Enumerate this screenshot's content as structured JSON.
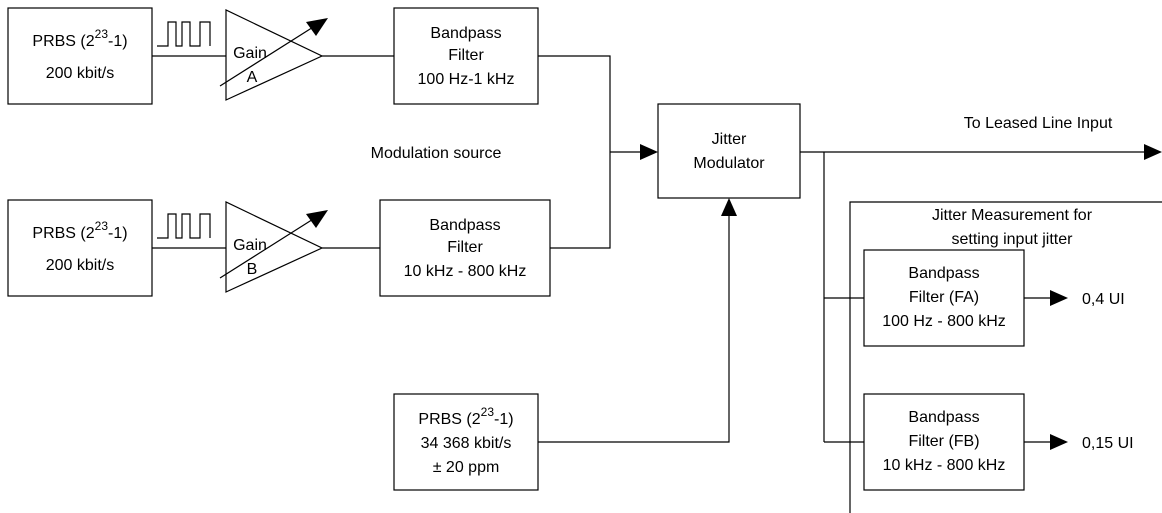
{
  "blocks": {
    "prbs_a": {
      "line1_pre": "PRBS (2",
      "line1_sup": "23",
      "line1_post": "-1)",
      "line2": "200 kbit/s"
    },
    "gain_a": {
      "label": "Gain",
      "letter": "A"
    },
    "bpf_a": {
      "line1": "Bandpass",
      "line2": "Filter",
      "line3": "100 Hz-1 kHz"
    },
    "prbs_b": {
      "line1_pre": "PRBS (2",
      "line1_sup": "23",
      "line1_post": "-1)",
      "line2": "200 kbit/s"
    },
    "gain_b": {
      "label": "Gain",
      "letter": "B"
    },
    "bpf_b": {
      "line1": "Bandpass",
      "line2": "Filter",
      "line3": "10 kHz - 800 kHz"
    },
    "jitter_mod": {
      "line1": "Jitter",
      "line2": "Modulator"
    },
    "prbs_c": {
      "line1_pre": "PRBS (2",
      "line1_sup": "23",
      "line1_post": "-1)",
      "line2": "34 368 kbit/s",
      "line3": "± 20 ppm"
    },
    "bpf_fa": {
      "line1": "Bandpass",
      "line2": "Filter (FA)",
      "line3": "100 Hz - 800 kHz"
    },
    "bpf_fb": {
      "line1": "Bandpass",
      "line2": "Filter (FB)",
      "line3": "10 kHz - 800 kHz"
    }
  },
  "labels": {
    "modulation_source": "Modulation source",
    "to_leased_line": "To Leased Line Input",
    "measurement_line1": "Jitter Measurement for",
    "measurement_line2": "setting input jitter",
    "out_fa": "0,4 UI",
    "out_fb": "0,15 UI"
  }
}
